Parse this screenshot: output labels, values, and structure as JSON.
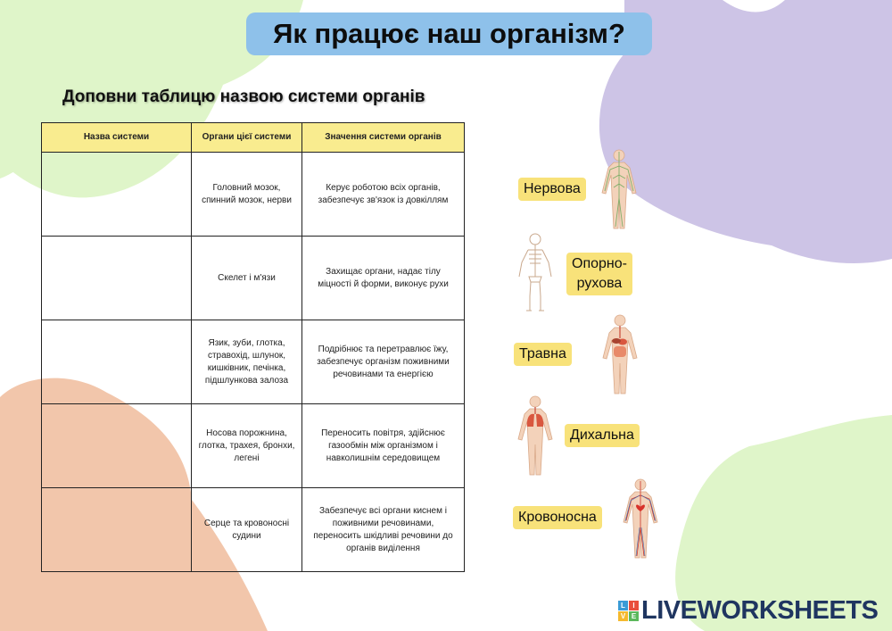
{
  "title": "Як працює наш організм?",
  "subtitle": "Доповни таблицю назвою системи органів",
  "table": {
    "headers": [
      "Назва системи",
      "Органи цієї системи",
      "Значення системи органів"
    ],
    "rows": [
      {
        "name": "",
        "organs": "Головний мозок, спинний мозок, нерви",
        "meaning": "Керує роботою всіх органів, забезпечує зв'язок із довкіллям"
      },
      {
        "name": "",
        "organs": "Скелет і м'язи",
        "meaning": "Захищає органи, надає тілу міцності й форми, виконує рухи"
      },
      {
        "name": "",
        "organs": "Язик, зуби, глотка, стравохід, шлунок, кишківник, печінка, підшлункова залоза",
        "meaning": "Подрібнює та перетравлює їжу, забезпечує організм поживними речовинами та енергією"
      },
      {
        "name": "",
        "organs": "Носова порожнина, глотка, трахея, бронхи, легені",
        "meaning": "Переносить повітря, здійснює газообмін між організмом і навколишнім середовищем"
      },
      {
        "name": "",
        "organs": "Серце та кровоносні судини",
        "meaning": "Забезпечує всі органи киснем і поживними речовинами, переносить шкідливі речовини до органів виділення"
      }
    ]
  },
  "labels": {
    "nervous": "Нервова",
    "musculo_line1": "Опорно-",
    "musculo_line2": "рухова",
    "digestive": "Травна",
    "respiratory": "Дихальна",
    "circulatory": "Кровоносна"
  },
  "logo": {
    "mark": [
      "L",
      "I",
      "V",
      "E"
    ],
    "text": "LIVEWORKSHEETS"
  },
  "colors": {
    "title_bg": "#8ec1ea",
    "header_bg": "#f9ec8f",
    "label_bg": "#f8e27a",
    "blob_green": "#dff5c9",
    "blob_purple": "#cdc4e6",
    "blob_orange": "#f2c6ab",
    "logo_text": "#1f3560"
  },
  "icons": [
    "nervous-system-figure",
    "skeleton-figure",
    "digestive-system-figure",
    "lungs-figure",
    "circulatory-system-figure"
  ]
}
